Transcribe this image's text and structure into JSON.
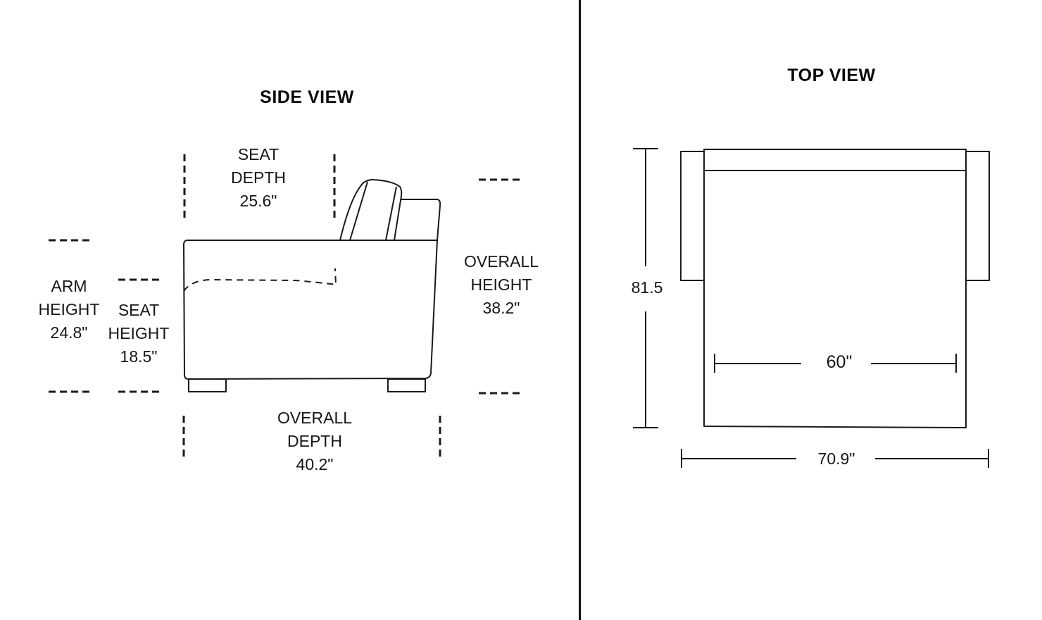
{
  "colors": {
    "line": "#1a1a1a",
    "background": "#ffffff",
    "text": "#161616"
  },
  "side_view": {
    "title": "SIDE VIEW",
    "seat_depth": {
      "line1": "SEAT",
      "line2": "DEPTH",
      "value": "25.6\""
    },
    "arm_height": {
      "line1": "ARM",
      "line2": "HEIGHT",
      "value": "24.8\""
    },
    "seat_height": {
      "line1": "SEAT",
      "line2": "HEIGHT",
      "value": "18.5\""
    },
    "overall_height": {
      "line1": "OVERALL",
      "line2": "HEIGHT",
      "value": "38.2\""
    },
    "overall_depth": {
      "line1": "OVERALL",
      "line2": "DEPTH",
      "value": "40.2\""
    }
  },
  "top_view": {
    "title": "TOP VIEW",
    "length": "81.5",
    "seat_width": "60\"",
    "overall_width": "70.9\""
  }
}
